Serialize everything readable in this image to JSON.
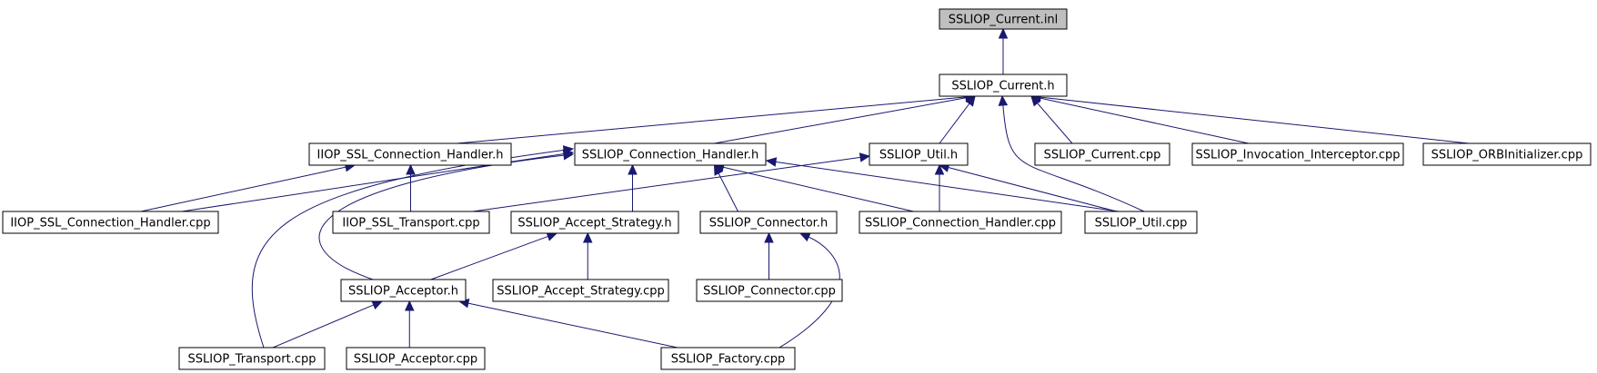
{
  "graph": {
    "nodes": [
      {
        "id": "current_inl",
        "label": "SSLIOP_Current.inl",
        "root": true
      },
      {
        "id": "current_h",
        "label": "SSLIOP_Current.h"
      },
      {
        "id": "iiop_ssl_conn_h",
        "label": "IIOP_SSL_Connection_Handler.h"
      },
      {
        "id": "ssliop_conn_h",
        "label": "SSLIOP_Connection_Handler.h"
      },
      {
        "id": "util_h",
        "label": "SSLIOP_Util.h"
      },
      {
        "id": "current_cpp",
        "label": "SSLIOP_Current.cpp"
      },
      {
        "id": "invocation_cpp",
        "label": "SSLIOP_Invocation_Interceptor.cpp"
      },
      {
        "id": "orbinit_cpp",
        "label": "SSLIOP_ORBInitializer.cpp"
      },
      {
        "id": "iiop_ssl_conn_cpp",
        "label": "IIOP_SSL_Connection_Handler.cpp"
      },
      {
        "id": "iiop_ssl_transport_cpp",
        "label": "IIOP_SSL_Transport.cpp"
      },
      {
        "id": "accept_strategy_h",
        "label": "SSLIOP_Accept_Strategy.h"
      },
      {
        "id": "connector_h",
        "label": "SSLIOP_Connector.h"
      },
      {
        "id": "ssliop_conn_cpp",
        "label": "SSLIOP_Connection_Handler.cpp"
      },
      {
        "id": "util_cpp",
        "label": "SSLIOP_Util.cpp"
      },
      {
        "id": "acceptor_h",
        "label": "SSLIOP_Acceptor.h"
      },
      {
        "id": "accept_strategy_cpp",
        "label": "SSLIOP_Accept_Strategy.cpp"
      },
      {
        "id": "connector_cpp",
        "label": "SSLIOP_Connector.cpp"
      },
      {
        "id": "transport_cpp",
        "label": "SSLIOP_Transport.cpp"
      },
      {
        "id": "acceptor_cpp",
        "label": "SSLIOP_Acceptor.cpp"
      },
      {
        "id": "factory_cpp",
        "label": "SSLIOP_Factory.cpp"
      }
    ],
    "edges": [
      {
        "from": "current_h",
        "to": "current_inl"
      },
      {
        "from": "iiop_ssl_conn_h",
        "to": "current_h"
      },
      {
        "from": "ssliop_conn_h",
        "to": "current_h"
      },
      {
        "from": "util_h",
        "to": "current_h"
      },
      {
        "from": "current_cpp",
        "to": "current_h"
      },
      {
        "from": "invocation_cpp",
        "to": "current_h"
      },
      {
        "from": "orbinit_cpp",
        "to": "current_h"
      },
      {
        "from": "util_cpp",
        "to": "current_h"
      },
      {
        "from": "iiop_ssl_conn_cpp",
        "to": "iiop_ssl_conn_h"
      },
      {
        "from": "iiop_ssl_transport_cpp",
        "to": "iiop_ssl_conn_h"
      },
      {
        "from": "iiop_ssl_conn_cpp",
        "to": "ssliop_conn_h"
      },
      {
        "from": "accept_strategy_h",
        "to": "ssliop_conn_h"
      },
      {
        "from": "connector_h",
        "to": "ssliop_conn_h"
      },
      {
        "from": "ssliop_conn_cpp",
        "to": "ssliop_conn_h"
      },
      {
        "from": "util_cpp",
        "to": "ssliop_conn_h"
      },
      {
        "from": "acceptor_h",
        "to": "ssliop_conn_h"
      },
      {
        "from": "transport_cpp",
        "to": "ssliop_conn_h"
      },
      {
        "from": "iiop_ssl_transport_cpp",
        "to": "util_h"
      },
      {
        "from": "ssliop_conn_cpp",
        "to": "util_h"
      },
      {
        "from": "util_cpp",
        "to": "util_h"
      },
      {
        "from": "acceptor_h",
        "to": "accept_strategy_h"
      },
      {
        "from": "accept_strategy_cpp",
        "to": "accept_strategy_h"
      },
      {
        "from": "connector_cpp",
        "to": "connector_h"
      },
      {
        "from": "factory_cpp",
        "to": "connector_h"
      },
      {
        "from": "transport_cpp",
        "to": "acceptor_h"
      },
      {
        "from": "acceptor_cpp",
        "to": "acceptor_h"
      },
      {
        "from": "factory_cpp",
        "to": "acceptor_h"
      }
    ]
  }
}
